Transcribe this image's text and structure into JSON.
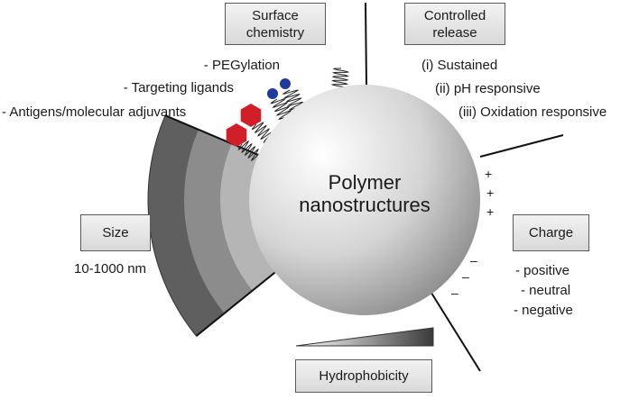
{
  "labels": {
    "surface_chemistry": [
      "Surface",
      "chemistry"
    ],
    "controlled_release": [
      "Controlled",
      "release"
    ],
    "size": "Size",
    "charge": "Charge",
    "hydrophobicity": "Hydrophobicity",
    "center": [
      "Polymer",
      "nanostructures"
    ]
  },
  "surface_items": [
    "- PEGylation",
    "- Targeting ligands",
    "- Antigens/molecular adjuvants"
  ],
  "release_items": [
    "(i) Sustained",
    "(ii) pH responsive",
    "(iii) Oxidation responsive"
  ],
  "size_range": "10-1000 nm",
  "charge_items": [
    "- positive",
    "- neutral",
    "- negative"
  ],
  "charge_signs": {
    "plus": [
      "+",
      "+",
      "+"
    ],
    "minus": [
      "–",
      "–",
      "–"
    ]
  },
  "colors": {
    "sphere_light": "#ffffff",
    "sphere_dark": "#8a8a8a",
    "ring_outer": "#5f5f5f",
    "ring_mid": "#8c8c8c",
    "ring_inner": "#b5b5b5",
    "hexagon": "#d11f2a",
    "dot": "#1f3a9a"
  }
}
